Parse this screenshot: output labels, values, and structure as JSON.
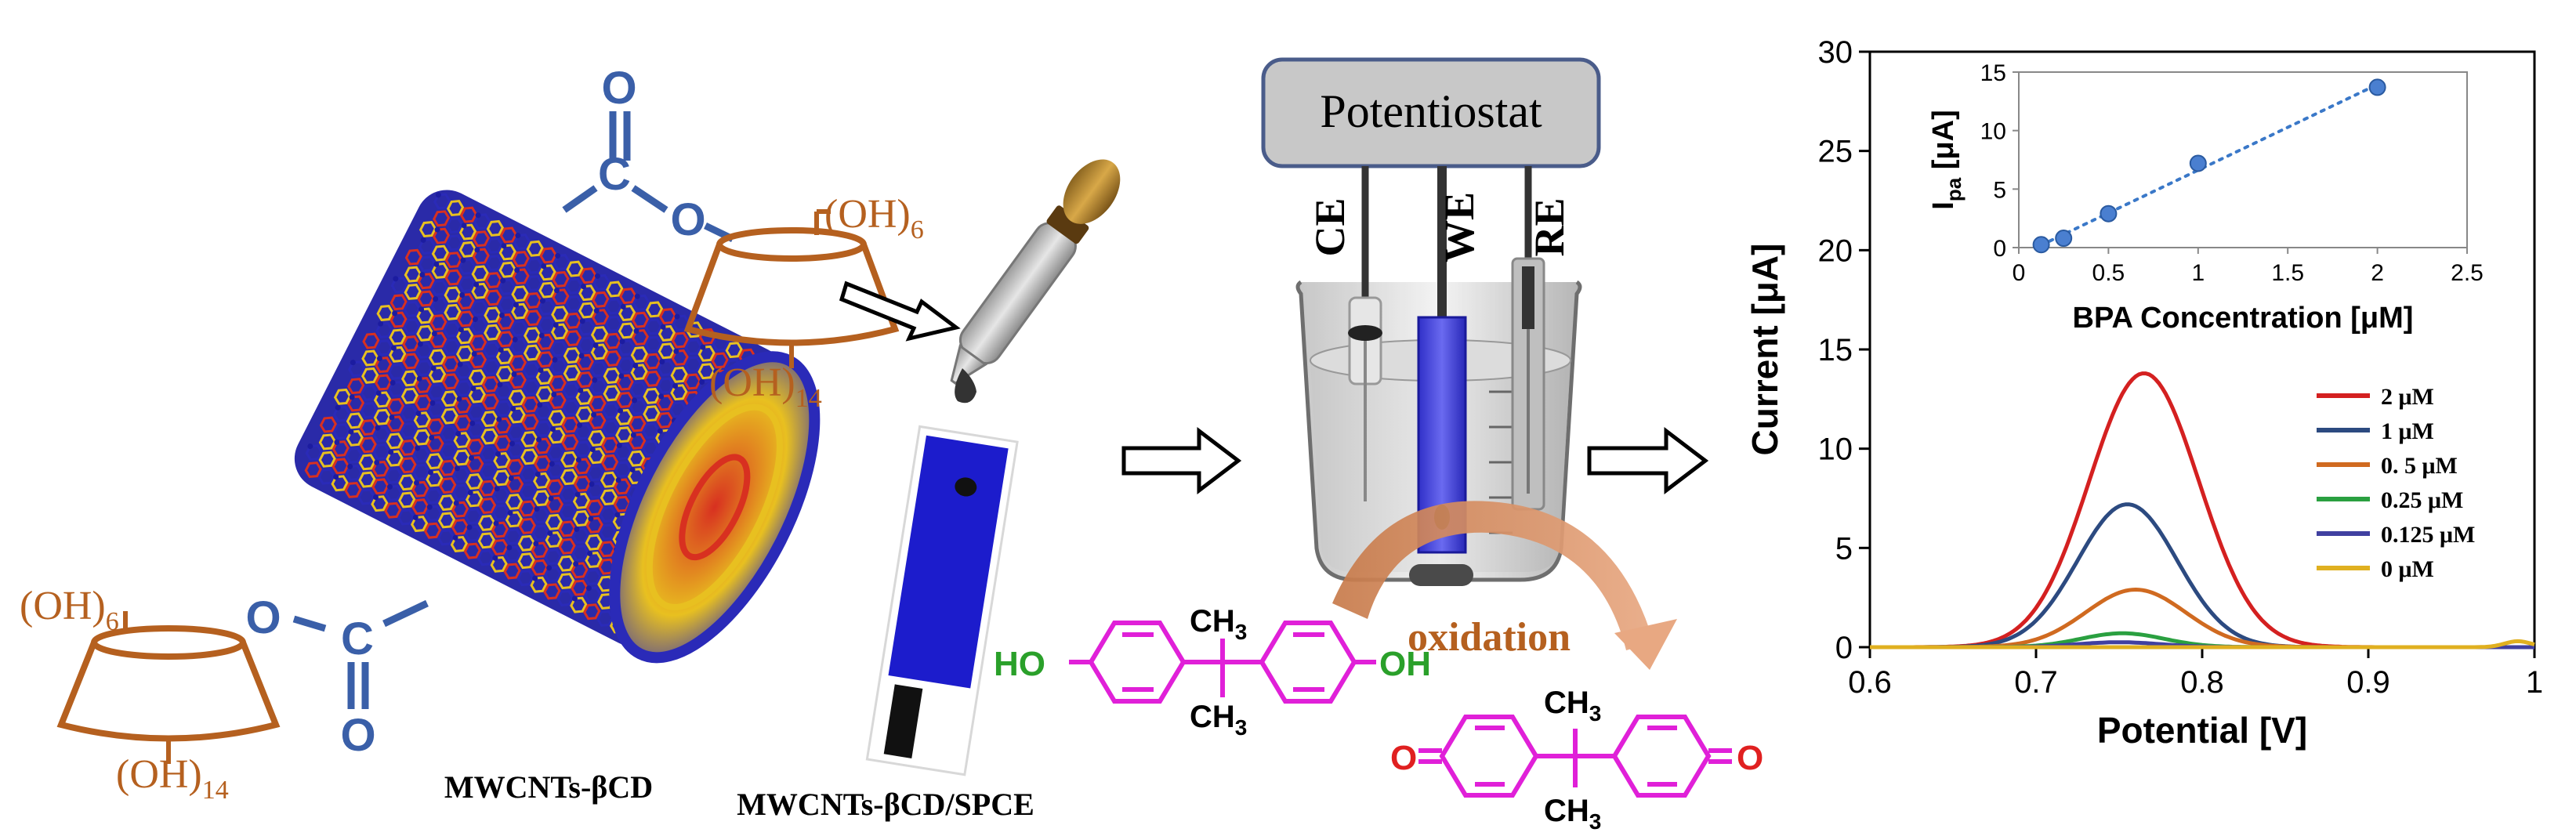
{
  "labels": {
    "mwcnts": "MWCNTs-βCD",
    "electrode": "MWCNTs-βCD/SPCE",
    "potentiostat": "Potentiostat",
    "ce": "CE",
    "we": "WE",
    "re": "RE",
    "oxidation": "oxidation"
  },
  "cd": {
    "top_oh_upper": "(OH)",
    "top_oh_upper_sub": "6",
    "top_oh_lower": "(OH)",
    "top_oh_lower_sub": "14",
    "bot_oh_upper": "(OH)",
    "bot_oh_upper_sub": "6",
    "bot_oh_lower": "(OH)",
    "bot_oh_lower_sub": "14",
    "carbonyl_o": "O",
    "carbonyl_c": "C",
    "ester_o": "O"
  },
  "molecule": {
    "ho": "HO",
    "oh": "OH",
    "ch3": "CH",
    "ch3_sub": "3",
    "o": "O"
  },
  "colors": {
    "cd_brown": "#b5601f",
    "linker_blue": "#3a5fa8",
    "bpa_magenta": "#e020d8",
    "oh_green": "#2aa02a",
    "oxidation_brown": "#b5601f",
    "electrode_blue": "#2020d0"
  },
  "chart_data": [
    {
      "type": "line",
      "xlabel": "Potential [V]",
      "ylabel": "Current [μA]",
      "xlim": [
        0.6,
        1.0
      ],
      "ylim": [
        0,
        30
      ],
      "xticks": [
        "0.6",
        "0.7",
        "0.8",
        "0.9",
        "1"
      ],
      "yticks": [
        "0",
        "5",
        "10",
        "15",
        "20",
        "25",
        "30"
      ],
      "legend_position": "right",
      "series": [
        {
          "name": "2 μM",
          "color": "#d42020",
          "peak_x": 0.765,
          "peak_y": 13.8,
          "width": 0.033
        },
        {
          "name": "1 μM",
          "color": "#2c4a80",
          "peak_x": 0.755,
          "peak_y": 7.2,
          "width": 0.03
        },
        {
          "name": "0. 5 μM",
          "color": "#d06a20",
          "peak_x": 0.76,
          "peak_y": 2.9,
          "width": 0.03
        },
        {
          "name": "0.25 μM",
          "color": "#2aa040",
          "peak_x": 0.752,
          "peak_y": 0.7,
          "width": 0.025
        },
        {
          "name": "0.125 μM",
          "color": "#4040a0",
          "peak_x": 0.75,
          "peak_y": 0.25,
          "width": 0.025
        },
        {
          "name": "0 μM",
          "color": "#e0b020",
          "peak_x": 0.99,
          "peak_y": 0.3,
          "width": 0.008
        }
      ]
    },
    {
      "type": "scatter",
      "xlabel": "BPA Concentration [μM]",
      "ylabel": "I",
      "ylabel_sub": "pa",
      "ylabel_unit": " [μA]",
      "xlim": [
        0,
        2.5
      ],
      "ylim": [
        0,
        15
      ],
      "xticks": [
        "0",
        "0.5",
        "1",
        "1.5",
        "2",
        "2.5"
      ],
      "yticks": [
        "0",
        "5",
        "10",
        "15"
      ],
      "trendline": "dotted",
      "x": [
        0.125,
        0.25,
        0.5,
        1,
        2
      ],
      "y": [
        0.25,
        0.8,
        2.9,
        7.2,
        13.7
      ]
    }
  ]
}
